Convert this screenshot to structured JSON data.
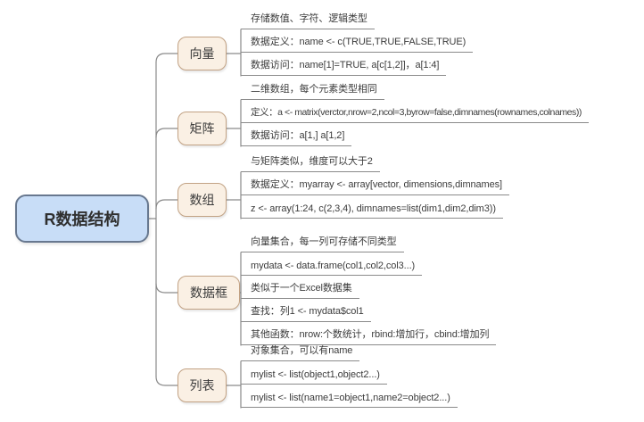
{
  "root": {
    "label": "R数据结构"
  },
  "branches": [
    {
      "label": "向量",
      "children": [
        "存储数值、字符、逻辑类型",
        "数据定义：name <- c(TRUE,TRUE,FALSE,TRUE)",
        "数据访问：name[1]=TRUE, a[c[1,2]]，a[1:4]"
      ]
    },
    {
      "label": "矩阵",
      "children": [
        "二维数组，每个元素类型相同",
        "定义：a <- matrix(verctor,nrow=2,ncol=3,byrow=false,dimnames(rownames,colnames))",
        "数据访问：a[1,]  a[1,2]"
      ]
    },
    {
      "label": "数组",
      "children": [
        "与矩阵类似，维度可以大于2",
        "数据定义：myarray <- array[vector, dimensions,dimnames]",
        "z <- array(1:24, c(2,3,4), dimnames=list(dim1,dim2,dim3))"
      ]
    },
    {
      "label": "数据框",
      "children": [
        "向量集合，每一列可存储不同类型",
        "mydata <- data.frame(col1,col2,col3...)",
        "类似于一个Excel数据集",
        "查找：列1 <- mydata$col1",
        "其他函数：nrow:个数统计，rbind:增加行，cbind:增加列"
      ]
    },
    {
      "label": "列表",
      "children": [
        "对象集合，可以有name",
        "mylist <- list(object1,object2...)",
        "mylist <- list(name1=object1,name2=object2...)"
      ]
    }
  ],
  "colors": {
    "root-fill": "#c8ddf7",
    "root-border": "#68788f",
    "branch-fill": "#faf0e4",
    "branch-border": "#c2a284",
    "line": "#8a8a8a",
    "text": "#3c3c3c"
  }
}
